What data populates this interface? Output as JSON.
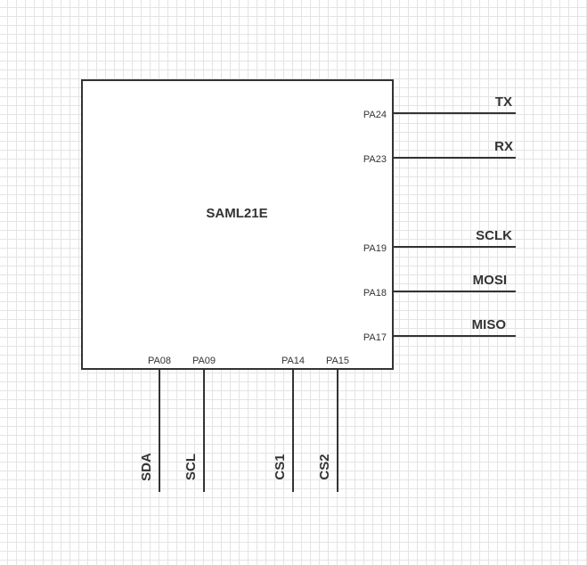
{
  "chip": {
    "name": "SAML21E"
  },
  "colors": {
    "stroke": "#333333",
    "grid": "#e4e4e4",
    "background": "#ffffff"
  },
  "right_pins": [
    {
      "pin": "PA24",
      "signal": "TX"
    },
    {
      "pin": "PA23",
      "signal": "RX"
    },
    {
      "pin": "PA19",
      "signal": "SCLK"
    },
    {
      "pin": "PA18",
      "signal": "MOSI"
    },
    {
      "pin": "PA17",
      "signal": "MISO"
    }
  ],
  "bottom_pins": [
    {
      "pin": "PA08",
      "signal": "SDA"
    },
    {
      "pin": "PA09",
      "signal": "SCL"
    },
    {
      "pin": "PA14",
      "signal": "CS1"
    },
    {
      "pin": "PA15",
      "signal": "CS2"
    }
  ]
}
